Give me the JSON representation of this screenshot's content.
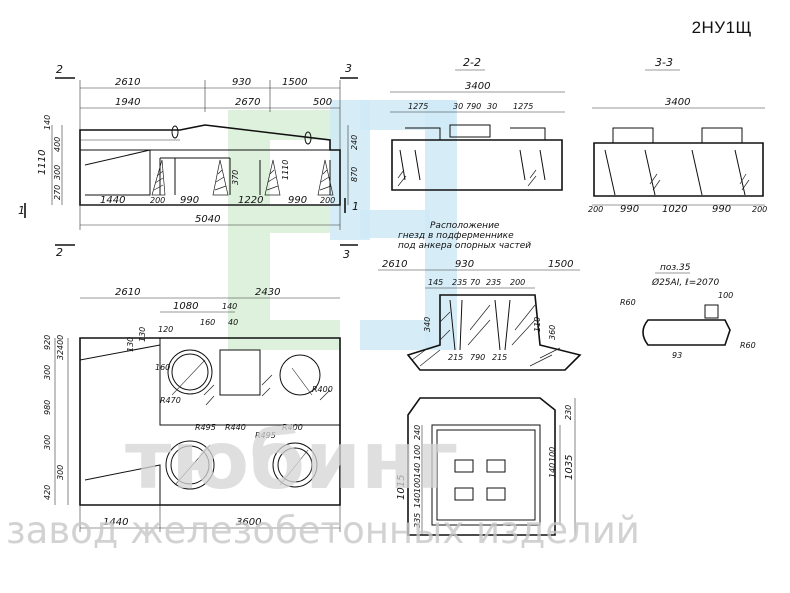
{
  "header": {
    "doc_code": "2НУ1Щ"
  },
  "sections": {
    "s22": "2-2",
    "s33": "3-3",
    "cut2": "2",
    "cut3": "3",
    "cut1": "1"
  },
  "top_view": {
    "dims_top": [
      "2610",
      "930",
      "1500"
    ],
    "dims_second": [
      "1940",
      "2670",
      "500"
    ],
    "dims_left": [
      "140",
      "400",
      "1110",
      "300",
      "270"
    ],
    "dims_right": [
      "240",
      "870"
    ],
    "dim_inner": [
      "370",
      "1110"
    ],
    "dims_bottom": [
      "1440",
      "200",
      "990",
      "1220",
      "990",
      "200"
    ],
    "total": "5040"
  },
  "section_22": {
    "total": "3400",
    "dims": [
      "1275",
      "30",
      "790",
      "30",
      "1275"
    ]
  },
  "section_33": {
    "total": "3400",
    "dims_bottom": [
      "200",
      "990",
      "1020",
      "990",
      "200"
    ]
  },
  "note_lines": [
    "Расположение",
    "гнезд в подферменнике",
    "под анкера опорных частей"
  ],
  "nest_detail": {
    "dims_top": [
      "2610",
      "930",
      "1500"
    ],
    "dims_sub": [
      "145",
      "235",
      "70",
      "235",
      "200"
    ],
    "dims_bottom": [
      "215",
      "790",
      "215"
    ],
    "dims_side": [
      "340",
      "110",
      "360"
    ]
  },
  "rebar": {
    "title": "поз.35",
    "spec": "Ø25AI, ℓ=2070",
    "radius_left": "R60",
    "radius_right": "R60",
    "len_top": "100",
    "len_bottom": "93"
  },
  "plan_view": {
    "dims_top": [
      "2610",
      "2430"
    ],
    "dims_sub": [
      "1080",
      "140"
    ],
    "small_dims": [
      "160",
      "40",
      "120",
      "130",
      "160",
      "130"
    ],
    "dims_left": [
      "920",
      "400",
      "32",
      "300",
      "980",
      "300",
      "420",
      "300"
    ],
    "radii": [
      "R470",
      "R400",
      "R495",
      "R440",
      "R400",
      "R495"
    ],
    "dims_bottom": [
      "1440",
      "3600"
    ]
  },
  "plate_detail": {
    "dims_right": [
      "230",
      "140",
      "100",
      "1035"
    ],
    "dims_left": [
      "240",
      "100",
      "140",
      "100",
      "140",
      "335",
      "1015"
    ]
  },
  "watermark": {
    "brand": "тюбинг",
    "tagline": "завод железобетонных изделий"
  }
}
